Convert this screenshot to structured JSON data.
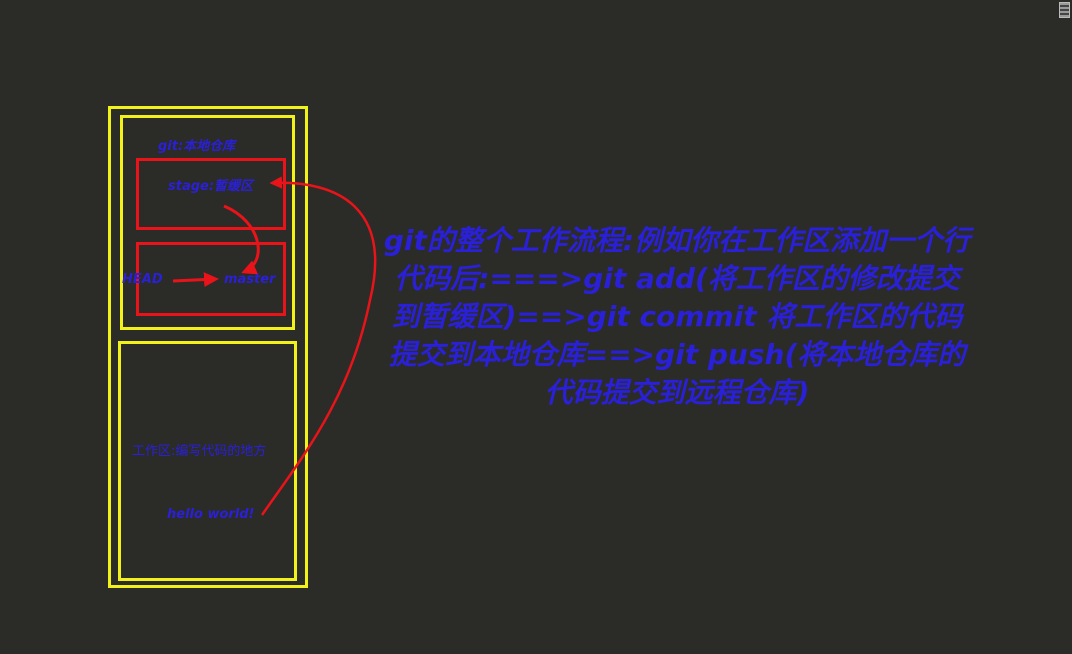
{
  "labels": {
    "local_repo": "git:本地仓库",
    "stage": "stage:暂缓区",
    "head": "HEAD",
    "master": "master",
    "workspace": "工作区:编写代码的地方",
    "hello": "hello world!"
  },
  "description": "git的整个工作流程:例如你在工作区添加一个行代码后:===>git add(将工作区的修改提交到暂缓区)==>git commit 将工作区的代码提交到本地仓库==>git push(将本地仓库的代码提交到远程仓库)",
  "colors": {
    "background": "#2b2b27",
    "yellow": "#f2f21a",
    "red": "#e8141a",
    "text": "#2a20d8"
  }
}
